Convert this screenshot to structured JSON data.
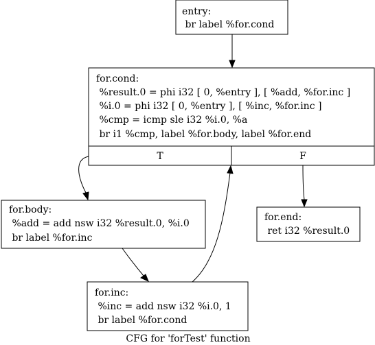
{
  "graph": {
    "caption": "CFG for 'forTest' function",
    "nodes": {
      "entry": {
        "lines": [
          "entry:",
          " br label %for.cond"
        ]
      },
      "for_cond": {
        "lines": [
          "for.cond:",
          " %result.0 = phi i32 [ 0, %entry ], [ %add, %for.inc ]",
          " %i.0 = phi i32 [ 0, %entry ], [ %inc, %for.inc ]",
          " %cmp = icmp sle i32 %i.0, %a",
          " br i1 %cmp, label %for.body, label %for.end"
        ],
        "ports": [
          "T",
          "F"
        ]
      },
      "for_body": {
        "lines": [
          "for.body:",
          " %add = add nsw i32 %result.0, %i.0",
          " br label %for.inc"
        ]
      },
      "for_inc": {
        "lines": [
          "for.inc:",
          " %inc = add nsw i32 %i.0, 1",
          " br label %for.cond"
        ]
      },
      "for_end": {
        "lines": [
          "for.end:",
          " ret i32 %result.0"
        ]
      }
    }
  }
}
